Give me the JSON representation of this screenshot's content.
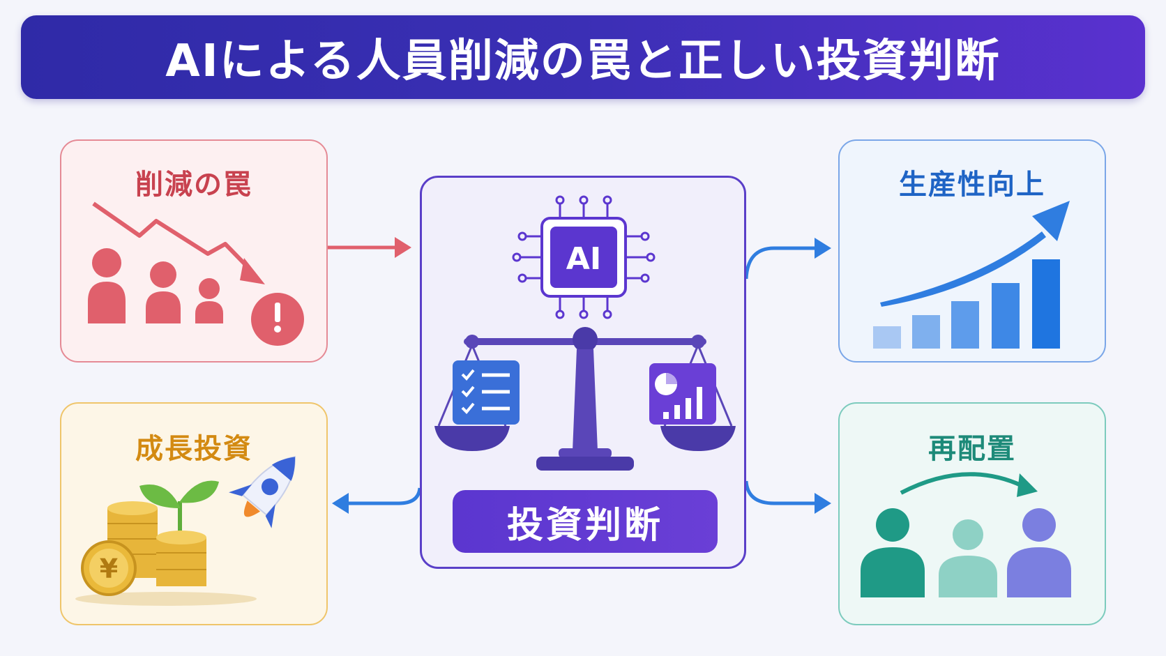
{
  "header": {
    "title": "AIによる人員削減の罠と正しい投資判断"
  },
  "cards": {
    "cut_trap": {
      "label": "削減の罠"
    },
    "growth_invest": {
      "label": "成長投資",
      "currency_symbol": "¥"
    },
    "productivity": {
      "label": "生産性向上"
    },
    "relocation": {
      "label": "再配置"
    }
  },
  "center": {
    "chip_label": "AI",
    "button_label": "投資判断"
  },
  "colors": {
    "title_gradient": [
      "#2f2aa7",
      "#5a31cf"
    ],
    "red": "#d9505e",
    "gold": "#e7b53a",
    "blue": "#2f7de0",
    "teal": "#1f9a86",
    "purple": "#5b36cf"
  },
  "icons": [
    "down-trend-arrow-icon",
    "people-group-icon",
    "warning-icon",
    "sprout-icon",
    "coin-stack-icon",
    "yen-coin-icon",
    "rocket-icon",
    "ai-chip-icon",
    "balance-scale-icon",
    "checklist-icon",
    "chart-report-icon",
    "up-trend-arrow-icon",
    "bar-chart-icon",
    "curved-arrow-icon"
  ]
}
